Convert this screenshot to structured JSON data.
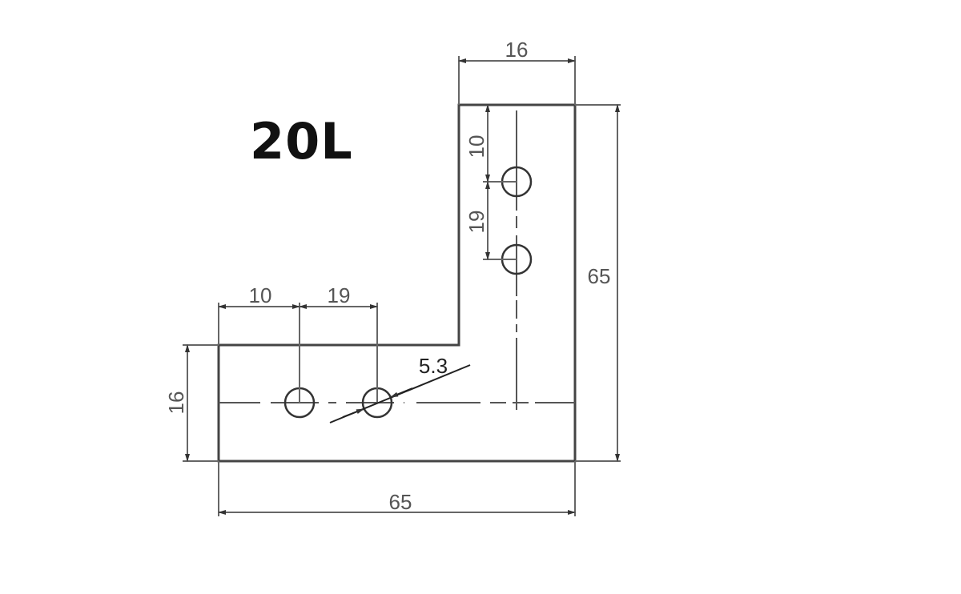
{
  "title": "20L",
  "drawing": {
    "type": "L-bracket technical drawing",
    "units": "mm",
    "colors": {
      "outline": "#444444",
      "dimension": "#666666",
      "text": "#555555",
      "title": "#111111"
    },
    "dimensions": {
      "top_arm_width": "16",
      "vertical_hole_offset": "10",
      "vertical_hole_spacing": "19",
      "overall_height": "65",
      "horizontal_hole_offset": "10",
      "horizontal_hole_spacing": "19",
      "hole_diameter": "5.3",
      "bottom_arm_height": "16",
      "overall_width": "65"
    }
  }
}
